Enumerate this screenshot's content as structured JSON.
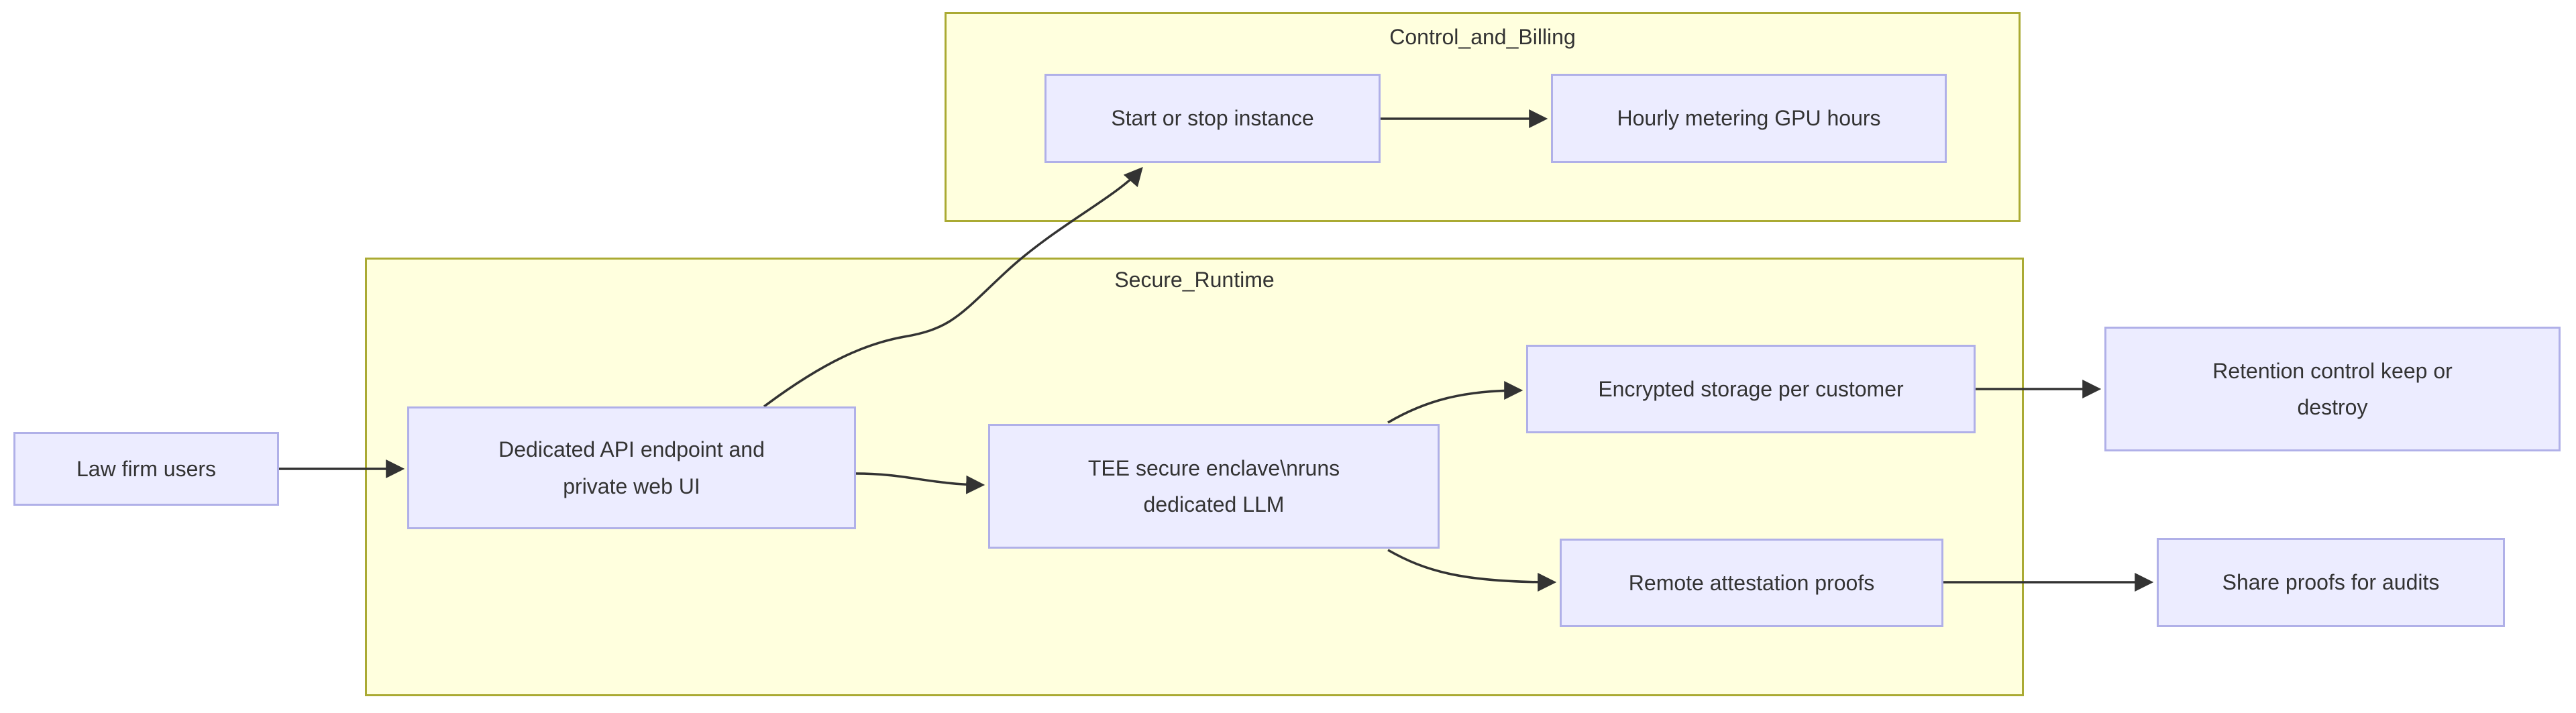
{
  "diagram": {
    "type": "flowchart",
    "colors": {
      "background": "#ffffff",
      "node_fill": "#ECECFF",
      "node_border": "#B0B0E8",
      "cluster_fill": "#FFFFDE",
      "cluster_border": "#AAAA33",
      "edge_color": "#333333",
      "text_color": "#333333"
    },
    "clusters": {
      "control_and_billing": {
        "label": "Control_and_Billing"
      },
      "secure_runtime": {
        "label": "Secure_Runtime"
      }
    },
    "nodes": {
      "law_firm_users": {
        "label": "Law firm users"
      },
      "dedicated_api": {
        "label": "Dedicated API endpoint and private web UI"
      },
      "tee_enclave": {
        "label": "TEE secure enclave\\nruns dedicated LLM"
      },
      "start_stop_instance": {
        "label": "Start or stop instance"
      },
      "hourly_metering": {
        "label": "Hourly metering GPU hours"
      },
      "encrypted_storage": {
        "label": "Encrypted storage per customer"
      },
      "remote_attestation": {
        "label": "Remote attestation proofs"
      },
      "retention_control": {
        "label": "Retention control keep or destroy"
      },
      "share_proofs": {
        "label": "Share proofs for audits"
      }
    },
    "edges": [
      {
        "from": "law_firm_users",
        "to": "dedicated_api"
      },
      {
        "from": "dedicated_api",
        "to": "start_stop_instance"
      },
      {
        "from": "dedicated_api",
        "to": "tee_enclave"
      },
      {
        "from": "start_stop_instance",
        "to": "hourly_metering"
      },
      {
        "from": "tee_enclave",
        "to": "encrypted_storage"
      },
      {
        "from": "tee_enclave",
        "to": "remote_attestation"
      },
      {
        "from": "encrypted_storage",
        "to": "retention_control"
      },
      {
        "from": "remote_attestation",
        "to": "share_proofs"
      }
    ]
  }
}
